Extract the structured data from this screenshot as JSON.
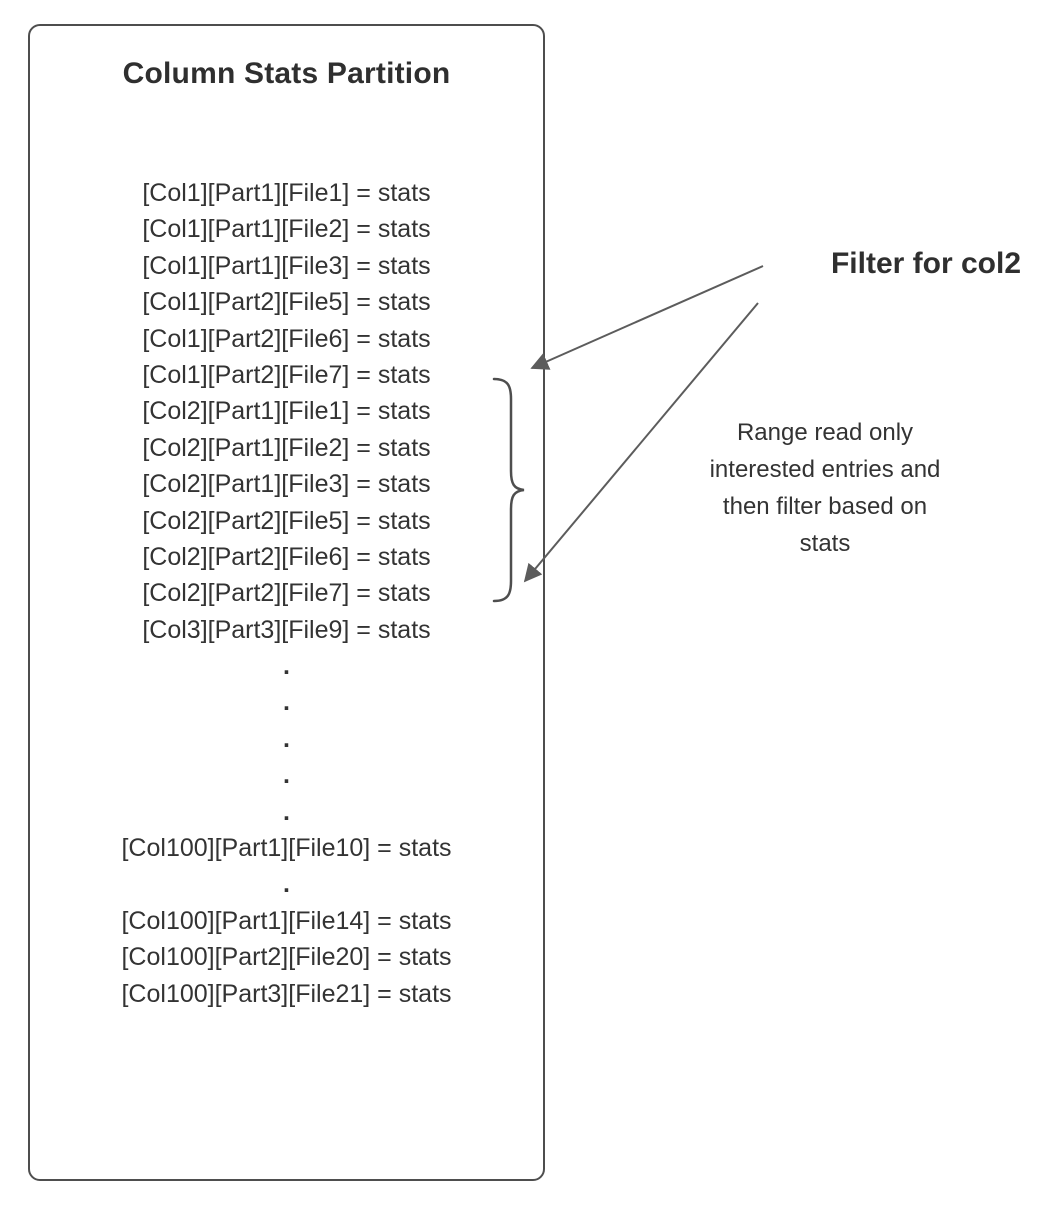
{
  "colors": {
    "border": "#4e4e4e",
    "text": "#333333",
    "arrow": "#5c5c5c"
  },
  "box": {
    "title": "Column Stats Partition",
    "entries": [
      "[Col1][Part1][File1] = stats",
      "[Col1][Part1][File2] = stats",
      "[Col1][Part1][File3] = stats",
      "[Col1][Part2][File5] = stats",
      "[Col1][Part2][File6] = stats",
      "[Col1][Part2][File7] = stats",
      "[Col2][Part1][File1] = stats",
      "[Col2][Part1][File2] = stats",
      "[Col2][Part1][File3] = stats",
      "[Col2][Part2][File5] = stats",
      "[Col2][Part2][File6] = stats",
      "[Col2][Part2][File7] = stats",
      "[Col3][Part3][File9] = stats",
      ".",
      ".",
      ".",
      ".",
      ".",
      "[Col100][Part1][File10] = stats",
      ".",
      "[Col100][Part1][File14] = stats",
      "[Col100][Part2][File20] = stats",
      "[Col100][Part3][File21] = stats"
    ]
  },
  "annotations": {
    "filter_label": "Filter for col2",
    "range_note_lines": [
      "Range read only",
      "interested entries and",
      "then filter based on",
      "stats"
    ]
  }
}
